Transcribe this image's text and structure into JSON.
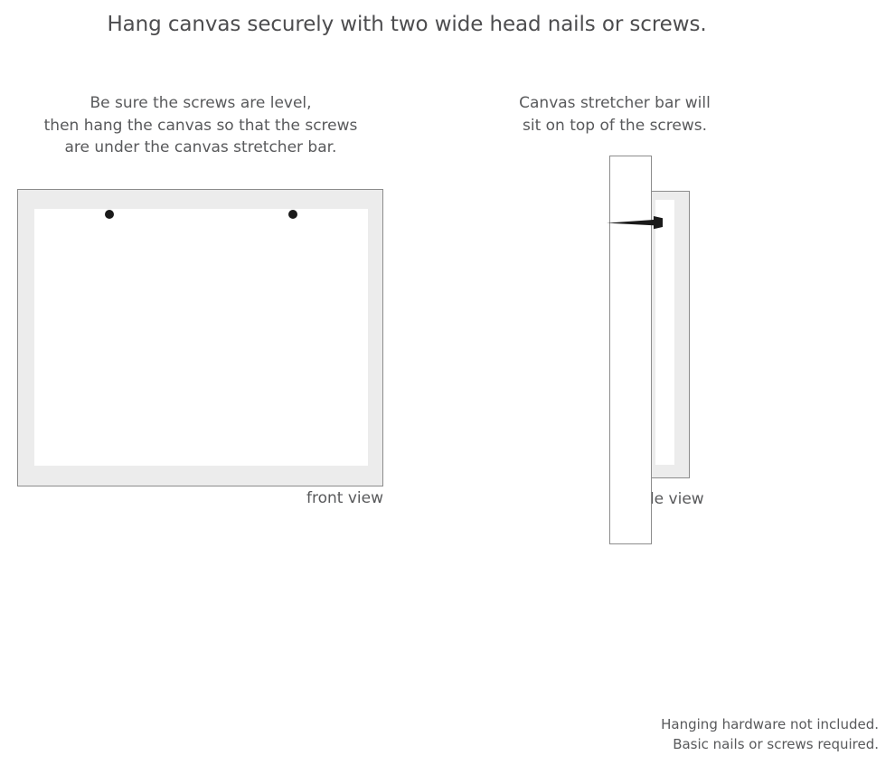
{
  "title": "Hang canvas securely with two wide head nails or screws.",
  "captions": {
    "left": {
      "line1": "Be sure the screws are level,",
      "line2": "then hang the canvas so that the screws",
      "line3": "are under the canvas stretcher bar."
    },
    "right": {
      "line1": "Canvas stretcher bar will",
      "line2": "sit on top of the screws."
    }
  },
  "diagrams": {
    "front_view": {
      "label": "front view",
      "frame_color": "#ececec",
      "inner_color": "#ffffff",
      "border_color": "#8c8c8c",
      "screw_color": "#1a1a1a",
      "screw_count": 2
    },
    "side_view": {
      "label": "side view",
      "wall_color": "#ffffff",
      "canvas_color": "#ececec",
      "border_color": "#8c8c8c",
      "nail_color": "#1a1a1a"
    }
  },
  "footer": {
    "line1": "Hanging hardware not included.",
    "line2": "Basic nails or screws required."
  }
}
